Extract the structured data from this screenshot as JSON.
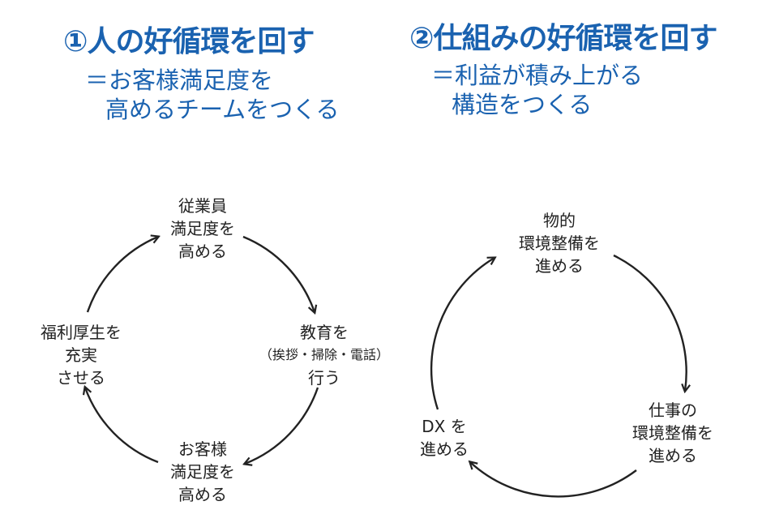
{
  "left": {
    "title": "①人の好循環を回す",
    "subtitle": [
      "＝お客様満足度を",
      "高めるチームをつくる"
    ],
    "nodes": {
      "top": [
        "従業員",
        "満足度を",
        "高める"
      ],
      "right": [
        "教育を",
        "（挨拶・掃除・電話）",
        "行う"
      ],
      "bottom": [
        "お客様",
        "満足度を",
        "高める"
      ],
      "left": [
        "福利厚生を",
        "充実",
        "させる"
      ]
    }
  },
  "right": {
    "title": "②仕組みの好循環を回す",
    "subtitle": [
      "＝利益が積み上がる",
      "構造をつくる"
    ],
    "nodes": {
      "top": [
        "物的",
        "環境整備を",
        "進める"
      ],
      "right": [
        "仕事の",
        "環境整備を",
        "進める"
      ],
      "left": [
        "DX を",
        "進める"
      ]
    }
  },
  "colors": {
    "heading": "#1a62b0",
    "arrow": "#222222"
  }
}
